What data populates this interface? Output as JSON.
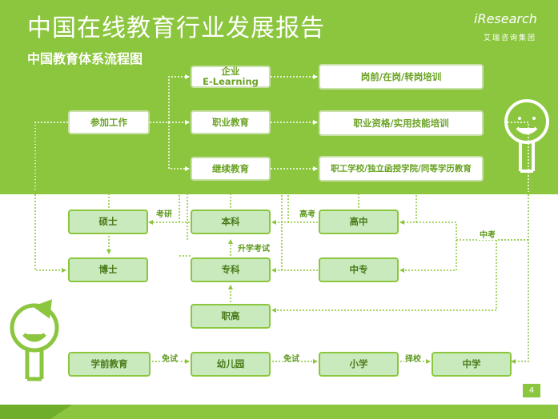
{
  "header": {
    "title": "中国在线教育行业发展报告",
    "subtitle": "中国教育体系流程图"
  },
  "logo": {
    "main": "iResearch",
    "sub": "艾瑞咨询集团"
  },
  "nodes": {
    "enterprise": "企业\nE-Learning",
    "join_work": "参加工作",
    "vocational_edu": "职业教育",
    "continuing_edu": "继续教育",
    "pre_post_training": "岗前/在岗/转岗培训",
    "vocational_qual": "职业资格/实用技能培训",
    "adult_schools": "职工学校/独立函授学院/同等学历教育",
    "master": "硕士",
    "bachelor": "本科",
    "high_school": "高中",
    "doctor": "博士",
    "junior_college": "专科",
    "secondary_voc": "中专",
    "vocational_high": "职高",
    "preschool_edu": "学前教育",
    "kindergarten": "幼儿园",
    "primary": "小学",
    "middle_school": "中学"
  },
  "edge_labels": {
    "kaoyan": "考研",
    "gaokao": "高考",
    "zhongkao": "中考",
    "upgrade_exam": "升学考试",
    "exempt1": "免试",
    "exempt2": "免试",
    "choose_school": "择校"
  },
  "footer": {
    "page_number": "4"
  },
  "colors": {
    "brand_green": "#8cc63f",
    "node_fill": "#c9eabd",
    "text_green": "#4b7a1a"
  }
}
